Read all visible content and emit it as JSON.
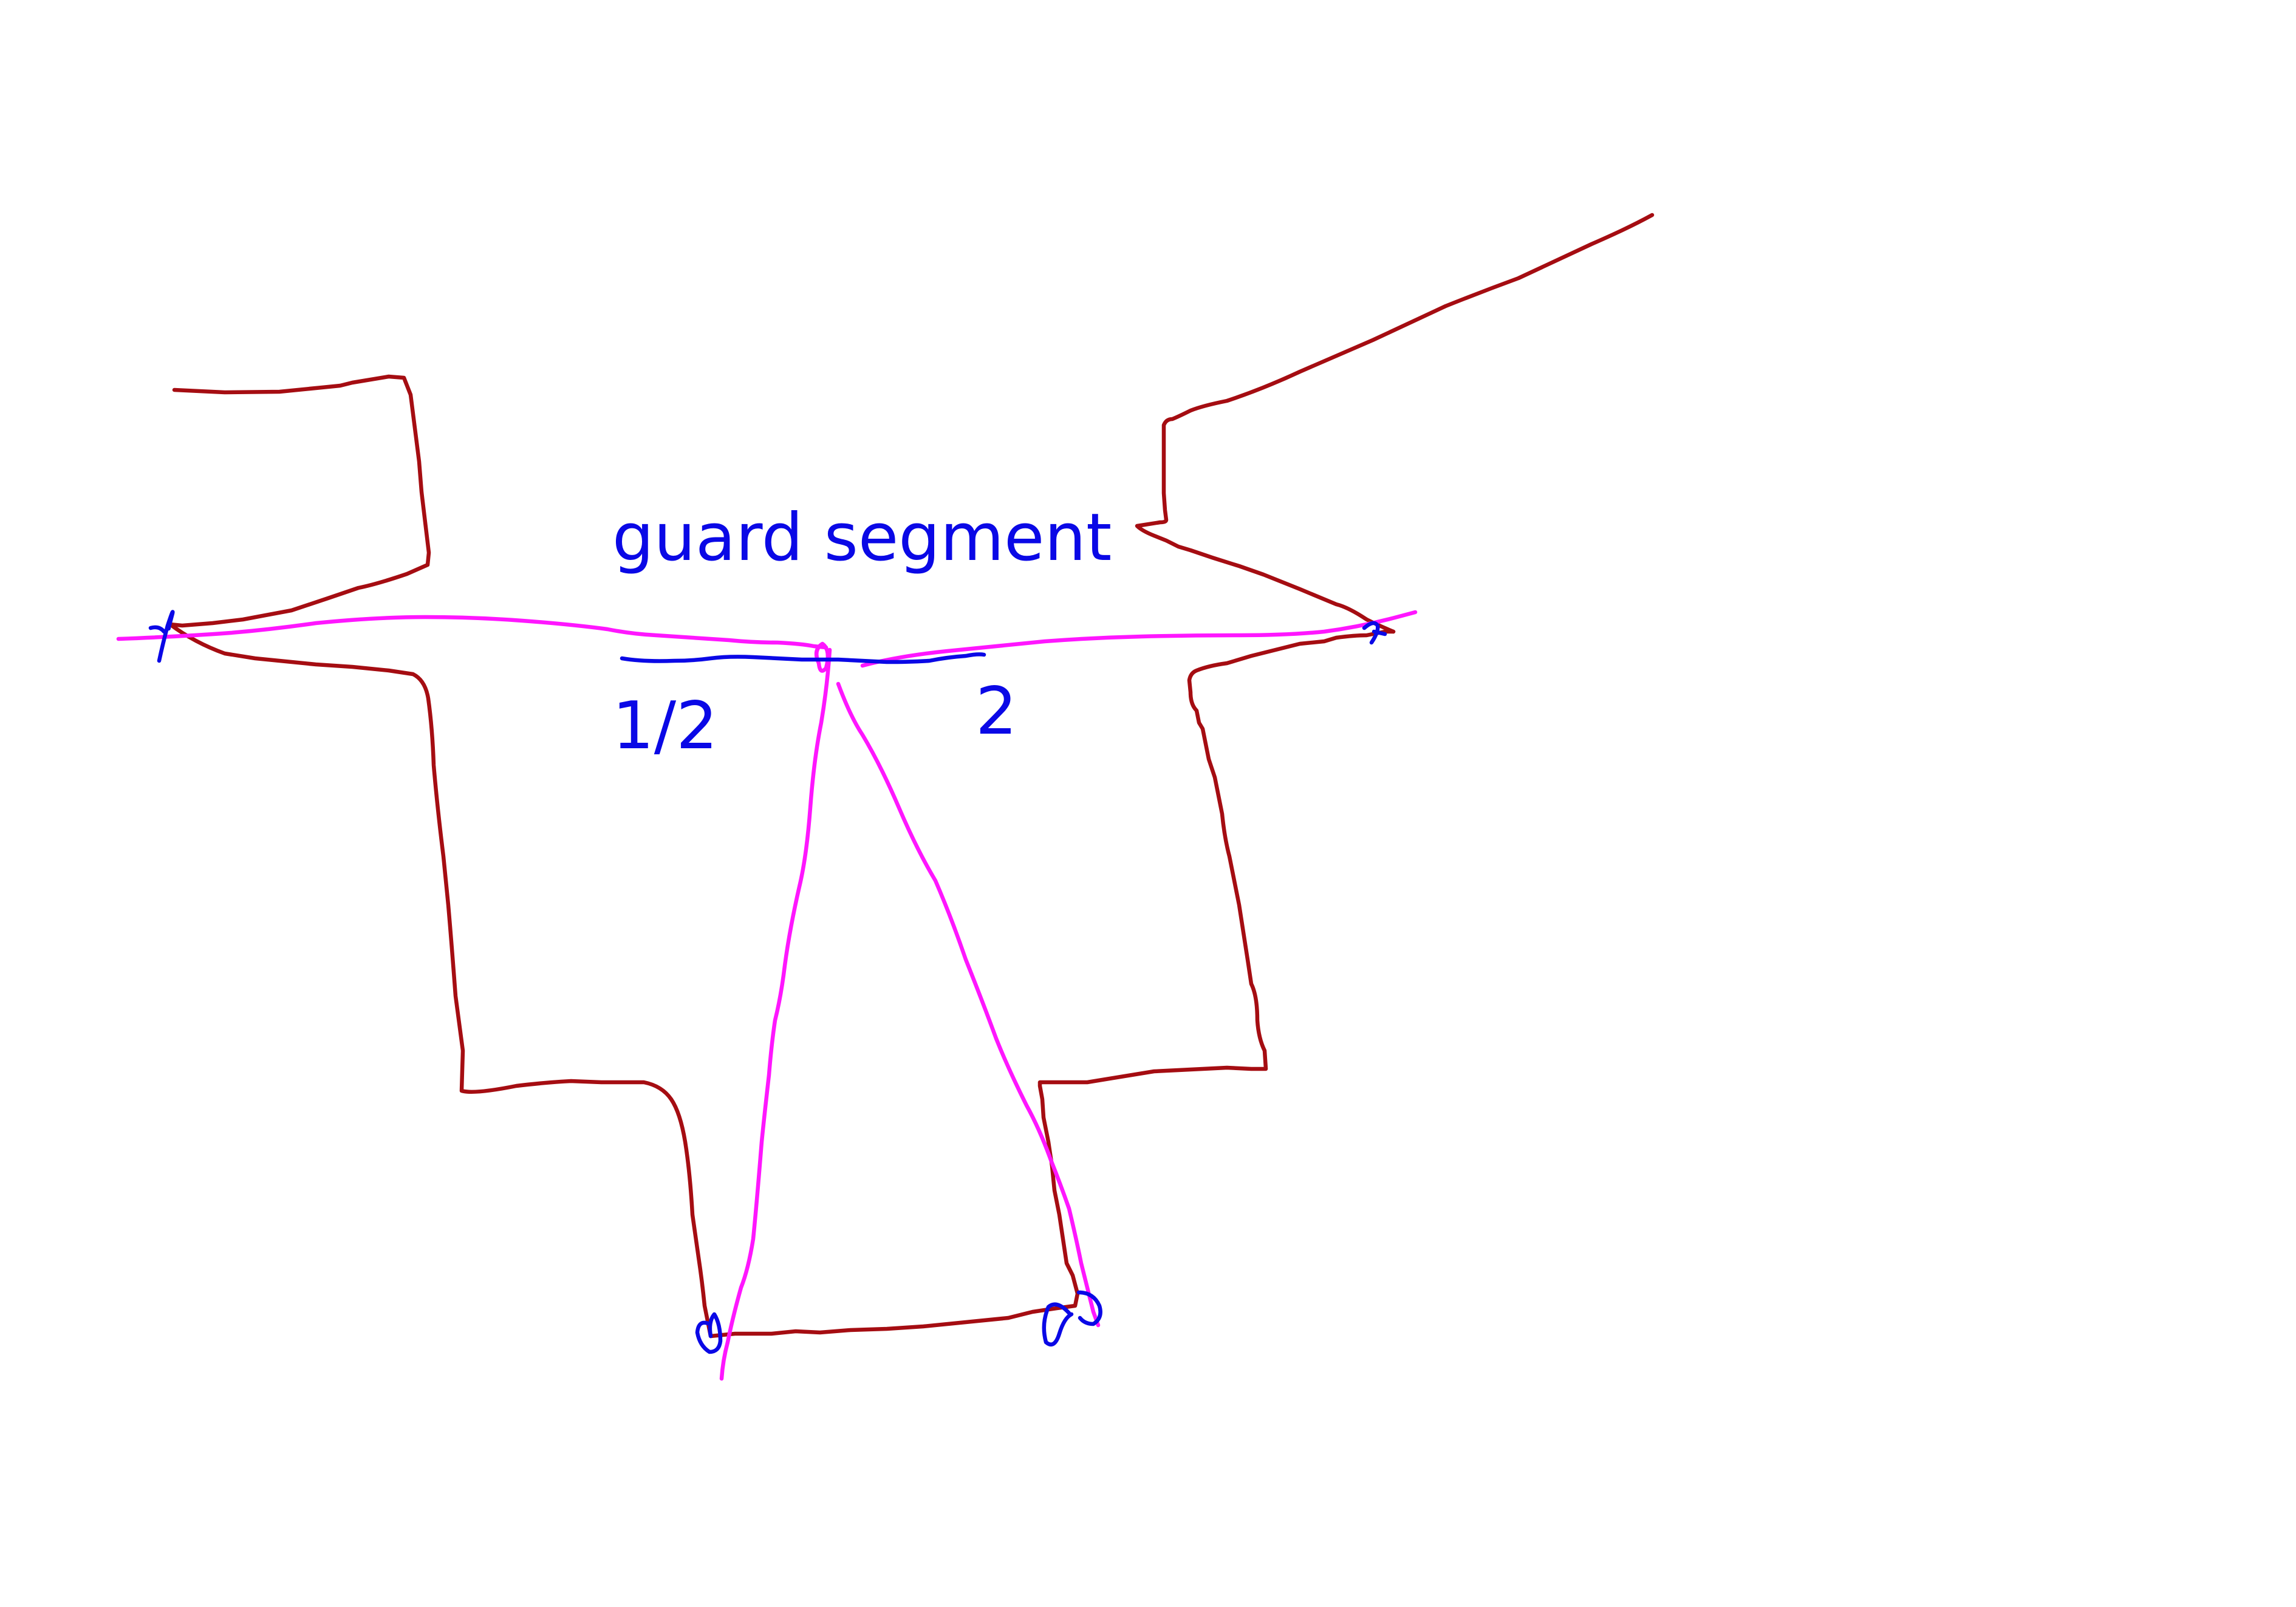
{
  "diagram": {
    "labels": {
      "title": "guard segment",
      "left_ratio": "1/2",
      "right_ratio": "2"
    },
    "colors": {
      "outline": "#a50d12",
      "construction_lines": "#ff16ff",
      "annotations": "#0a08e6",
      "background": "#ffffff"
    }
  }
}
